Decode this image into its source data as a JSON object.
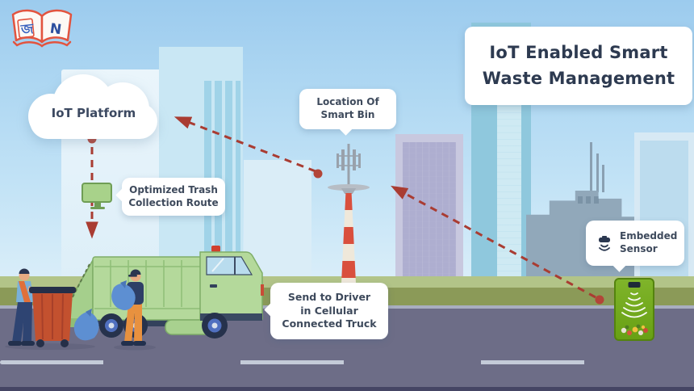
{
  "title": {
    "lines": [
      "IoT Enabled Smart",
      "Waste Management"
    ]
  },
  "logo": {
    "left_glyph": "জ",
    "right_glyph": "N"
  },
  "cloud": {
    "label": "IoT Platform"
  },
  "callouts": {
    "location": {
      "lines": [
        "Location Of",
        "Smart Bin"
      ]
    },
    "route": {
      "lines": [
        "Optimized Trash",
        "Collection Route"
      ]
    },
    "send": {
      "lines": [
        "Send to Driver",
        "in Cellular",
        "Connected Truck"
      ]
    },
    "sensor": {
      "lines": [
        "Embedded",
        "Sensor"
      ]
    }
  },
  "icons": {
    "embedded_sensor": "sensor-with-signal-waves-icon",
    "route_monitor": "computer-monitor-icon",
    "logo": "open-book-icon",
    "smart_bin": "ultrasonic-fill-level-cone"
  },
  "colors": {
    "sky_top": "#9ccbee",
    "sky_bottom": "#e4f3fa",
    "arrow_red": "#a93c32",
    "truck_green": "#b4d99b",
    "bin_green": "#76ab1e",
    "road_gray": "#6d6d87",
    "hedge_olive": "#8b9a58",
    "tower_red": "#d94f3d",
    "tower_cream": "#efe8da",
    "title_text": "#2d3a50",
    "label_text": "#3e4a5c"
  }
}
